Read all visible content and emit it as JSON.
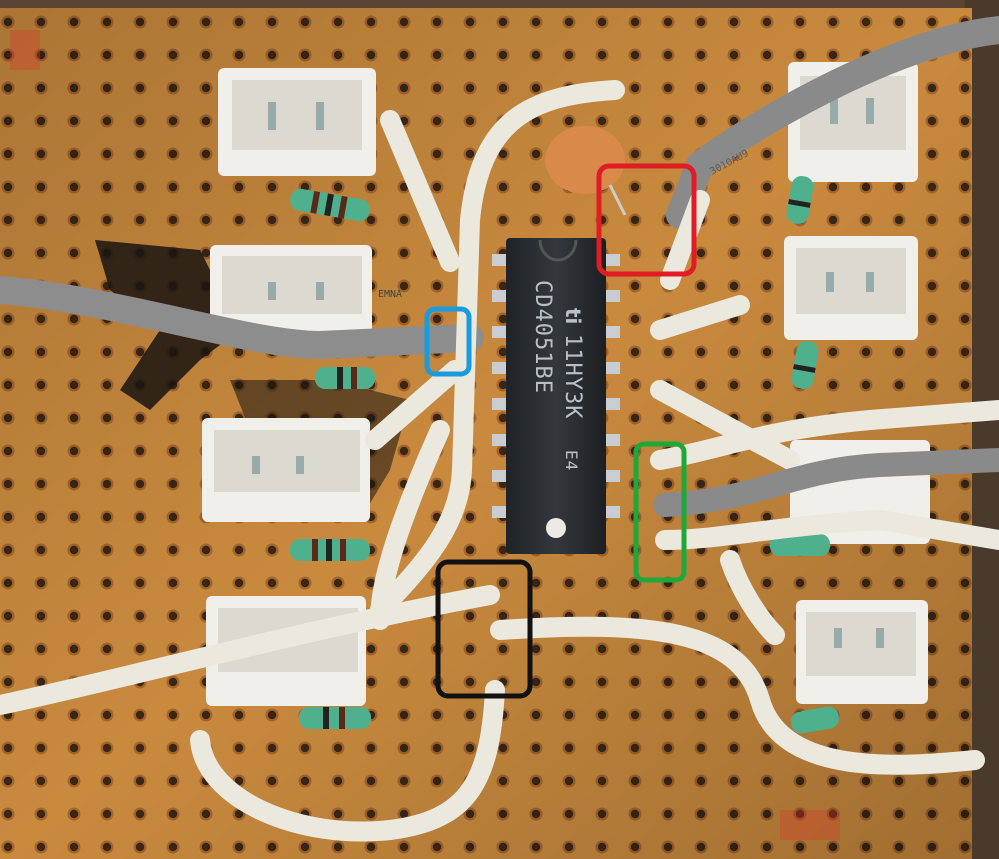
{
  "photo": {
    "description_hidden": "",
    "ic": {
      "logo": "ti",
      "line1": "11HY3K",
      "line1_suffix": "E4",
      "line2": "CD4051BE"
    },
    "cable_print_left": "EMNA",
    "cable_print_right": "3010AU9"
  },
  "highlights": [
    {
      "id": "red",
      "color": "#e01c24"
    },
    {
      "id": "blue",
      "color": "#1a9be0"
    },
    {
      "id": "green",
      "color": "#1fa83a"
    },
    {
      "id": "black",
      "color": "#111111"
    }
  ],
  "colors": {
    "board": "#c8883c",
    "board_dark": "#a96a2a",
    "hole": "#3b2614",
    "wire_white": "#ece9df",
    "wire_grey": "#8c8c8c",
    "ic_body": "#2a2d30",
    "resistor": "#4fb08e",
    "capacitor": "#d98a4a"
  }
}
